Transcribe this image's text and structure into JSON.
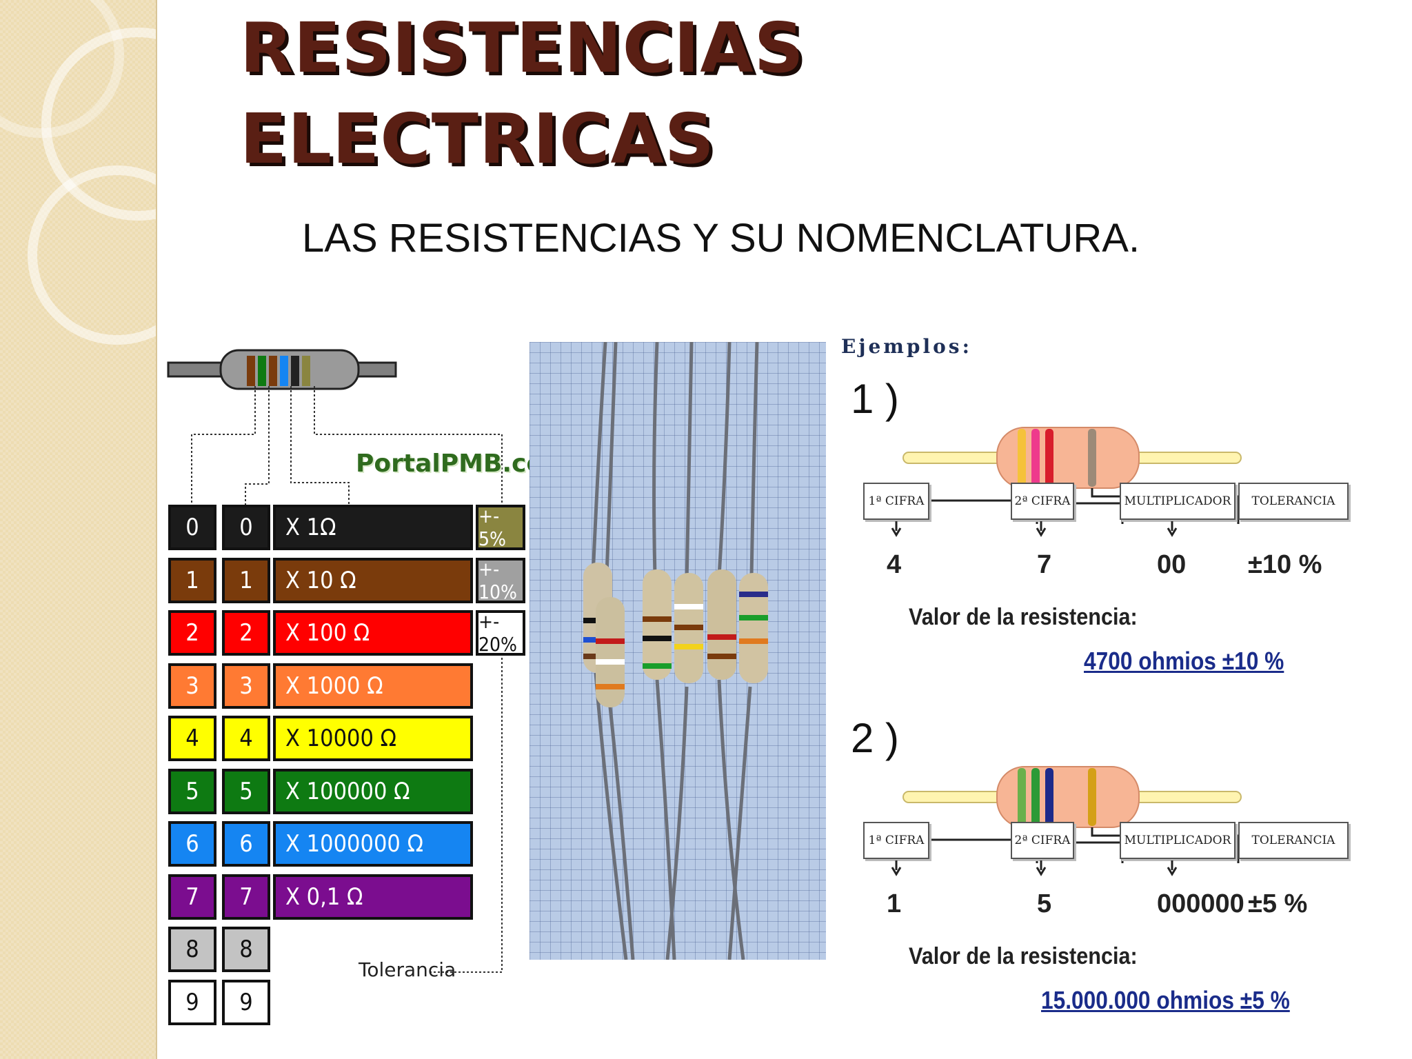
{
  "title": {
    "line1": "RESISTENCIAS",
    "line2": "ELECTRICAS"
  },
  "subtitle": "LAS RESISTENCIAS Y SU NOMENCLATURA.",
  "color_code_table": {
    "logo_text": "PortalPMB.com",
    "tolerance_label": "Tolerancia",
    "rows": [
      {
        "digit": "0",
        "multiplier": "X 1Ω",
        "color": "#1b1b1b",
        "tolerance": "+- 5%",
        "tolerance_color": "#8a8540"
      },
      {
        "digit": "1",
        "multiplier": "X 10 Ω",
        "color": "#7a3b0c",
        "tolerance": "+- 10%",
        "tolerance_color": "#a0a0a0"
      },
      {
        "digit": "2",
        "multiplier": "X 100 Ω",
        "color": "#ff0000",
        "tolerance": "+- 20%",
        "tolerance_color": "#ffffff"
      },
      {
        "digit": "3",
        "multiplier": "X 1000 Ω",
        "color": "#ff7a33"
      },
      {
        "digit": "4",
        "multiplier": "X 10000 Ω",
        "color": "#ffff00"
      },
      {
        "digit": "5",
        "multiplier": "X 100000 Ω",
        "color": "#0e7a12"
      },
      {
        "digit": "6",
        "multiplier": "X 1000000 Ω",
        "color": "#1585f2"
      },
      {
        "digit": "7",
        "multiplier": "X 0,1 Ω",
        "color": "#7b0d8f"
      },
      {
        "digit": "8",
        "color": "#c3c3c3"
      },
      {
        "digit": "9",
        "color": "#ffffff"
      }
    ]
  },
  "examples": {
    "heading": "Ejemplos:",
    "items": [
      {
        "number": "1 )",
        "band_colors": [
          "#f5c23a",
          "#ee3a8c",
          "#d81e2b",
          "#9c8a78"
        ],
        "labels": [
          "1ª CIFRA",
          "2ª CIFRA",
          "MULTIPLICADOR",
          "TOLERANCIA"
        ],
        "values": [
          "4",
          "7",
          "00",
          "±10 %"
        ],
        "valor_label": "Valor de la resistencia:",
        "result": "4700 ohmios ±10 %"
      },
      {
        "number": "2 )",
        "band_colors": [
          "#6ab04c",
          "#2d9a36",
          "#1d2a8a",
          "#d4a017"
        ],
        "labels": [
          "1ª CIFRA",
          "2ª CIFRA",
          "MULTIPLICADOR",
          "TOLERANCIA"
        ],
        "values": [
          "1",
          "5",
          "000000",
          "±5 %"
        ],
        "valor_label": "Valor de la resistencia:",
        "result": "15.000.000 ohmios ±5 %"
      }
    ]
  }
}
